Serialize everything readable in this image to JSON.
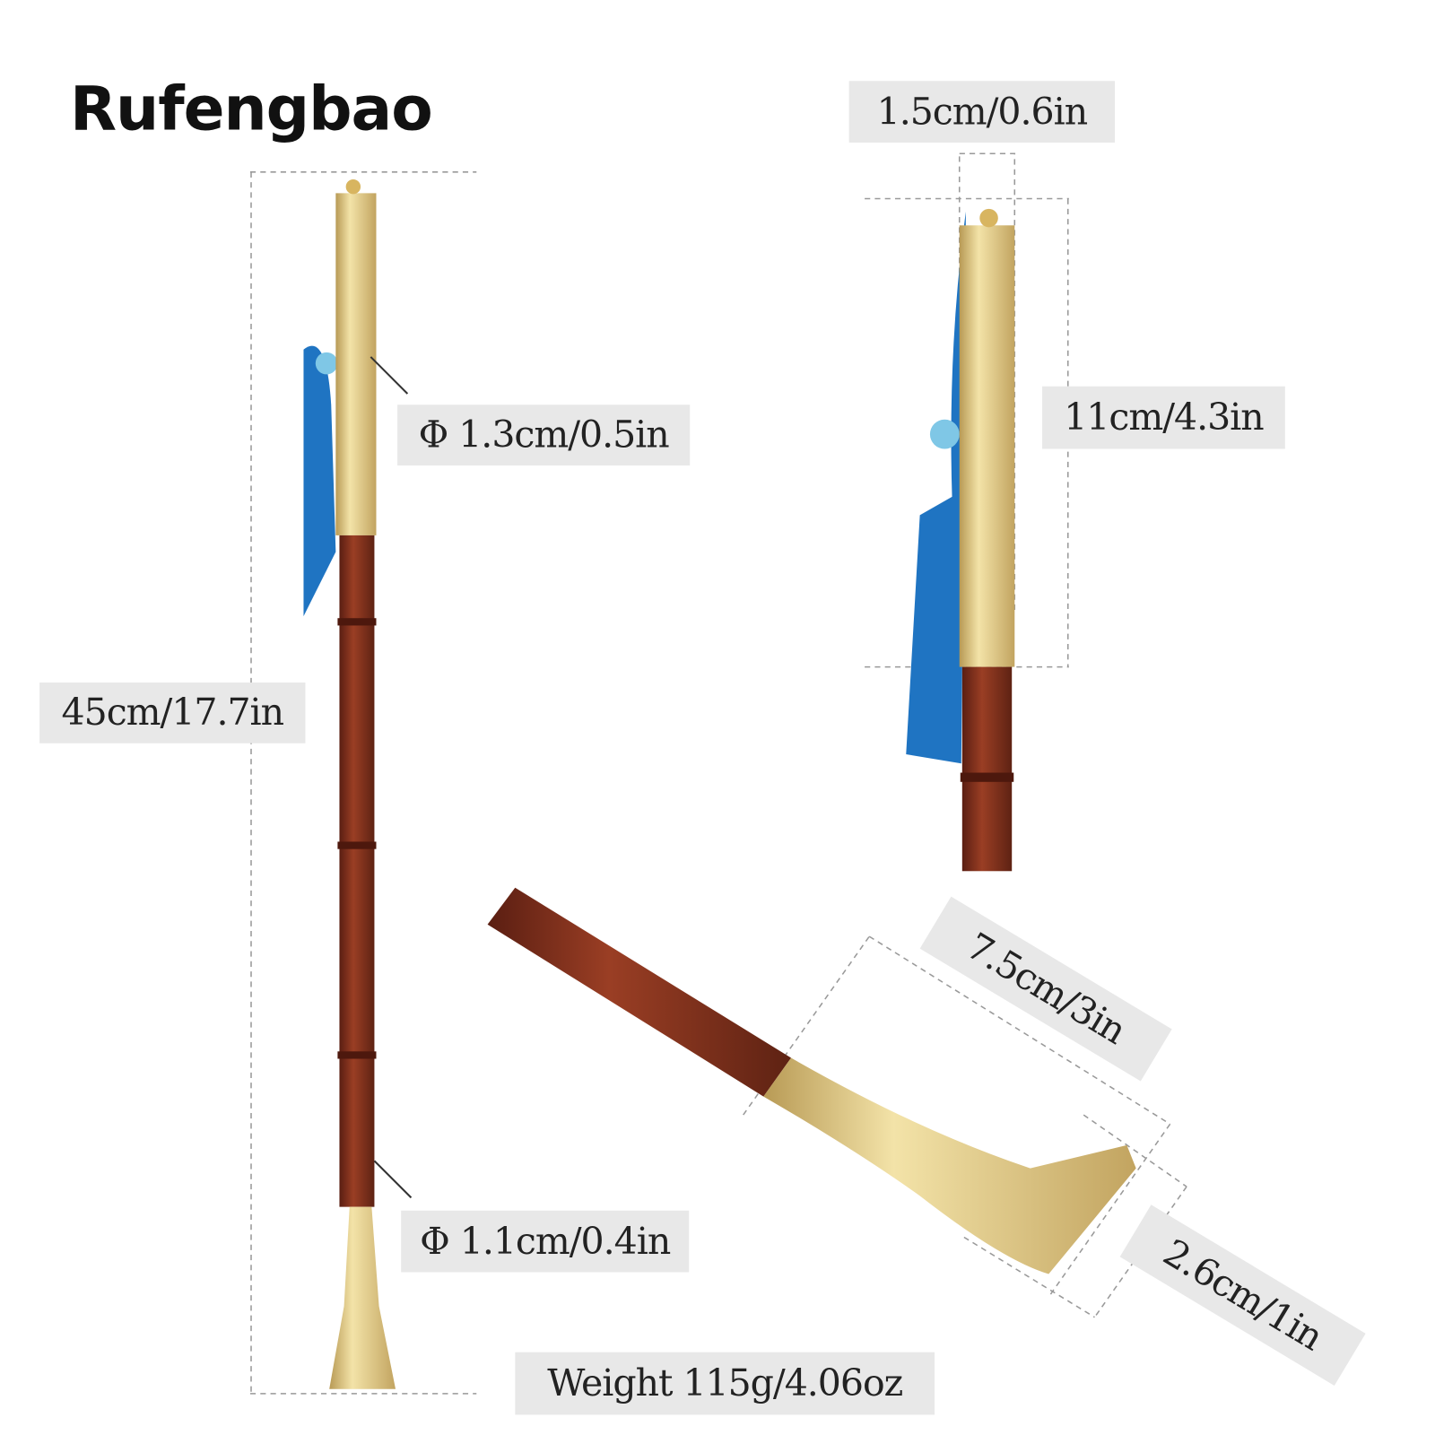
{
  "brand": "Rufengbao",
  "labels": {
    "total_length": "45cm/17.7in",
    "top_diameter": "Φ 1.3cm/0.5in",
    "bottom_diameter": "Φ 1.1cm/0.4in",
    "weight": "Weight 115g/4.06oz",
    "cap_width": "1.5cm/0.6in",
    "gold_length": "11cm/4.3in",
    "head_length": "7.5cm/3in",
    "head_width": "2.6cm/1in"
  },
  "colors": {
    "gold": "#d9c07a",
    "wood": "#7a2e1c",
    "tassel": "#1f74c2",
    "label_bg": "#e8e8e8"
  }
}
